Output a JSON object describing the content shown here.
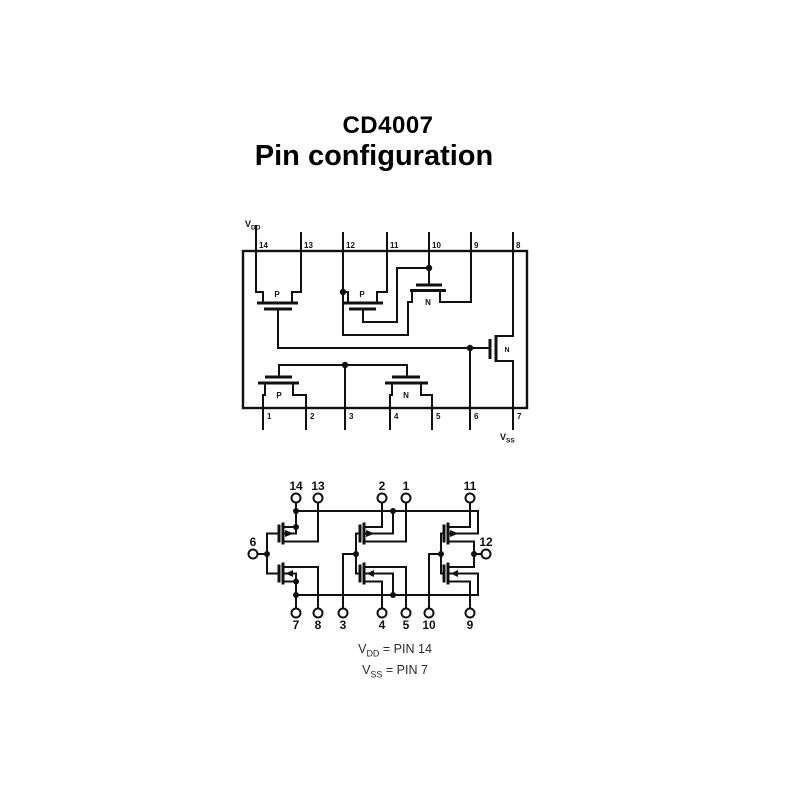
{
  "title": {
    "line1": "CD4007",
    "line2": "Pin configuration"
  },
  "package_diagram": {
    "vdd": {
      "base": "V",
      "sub": "DD"
    },
    "vss": {
      "base": "V",
      "sub": "SS"
    },
    "top_pins": [
      "14",
      "13",
      "12",
      "11",
      "10",
      "9",
      "8"
    ],
    "bottom_pins": [
      "1",
      "2",
      "3",
      "4",
      "5",
      "6",
      "7"
    ],
    "transistor_labels": {
      "top_left": "P",
      "top_middle": "P",
      "top_right": "N",
      "bottom_left": "P",
      "bottom_middle": "N",
      "right_side": "N"
    }
  },
  "transistor_diagram": {
    "top_pins": [
      "14",
      "13",
      "2",
      "1",
      "11"
    ],
    "left_pin": "6",
    "right_pin": "12",
    "bottom_pins": [
      "7",
      "8",
      "3",
      "4",
      "5",
      "10",
      "9"
    ]
  },
  "notes": {
    "line1": {
      "base": "V",
      "sub": "DD",
      "rest": " = PIN 14"
    },
    "line2": {
      "base": "V",
      "sub": "SS",
      "rest": " = PIN 7"
    }
  },
  "colors": {
    "ink": "#111111",
    "paper": "#ffffff"
  }
}
